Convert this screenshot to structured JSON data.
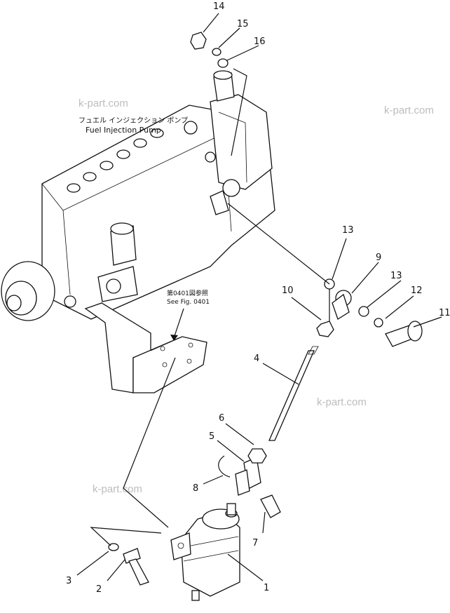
{
  "pump_label": {
    "jp": "フュエル インジェクション ポンプ",
    "en": "Fuel Injection Pump"
  },
  "see_fig": {
    "jp": "第0401図参照",
    "en": "See Fig. 0401"
  },
  "watermarks": [
    "k-part.com",
    "k-part.com",
    "k-part.com",
    "k-part.com"
  ],
  "callouts": {
    "c1": "1",
    "c2": "2",
    "c3": "3",
    "c4": "4",
    "c5": "5",
    "c6": "6",
    "c7": "7",
    "c8": "8",
    "c9": "9",
    "c10": "10",
    "c11": "11",
    "c12": "12",
    "c13a": "13",
    "c13b": "13",
    "c14": "14",
    "c15": "15",
    "c16": "16"
  }
}
